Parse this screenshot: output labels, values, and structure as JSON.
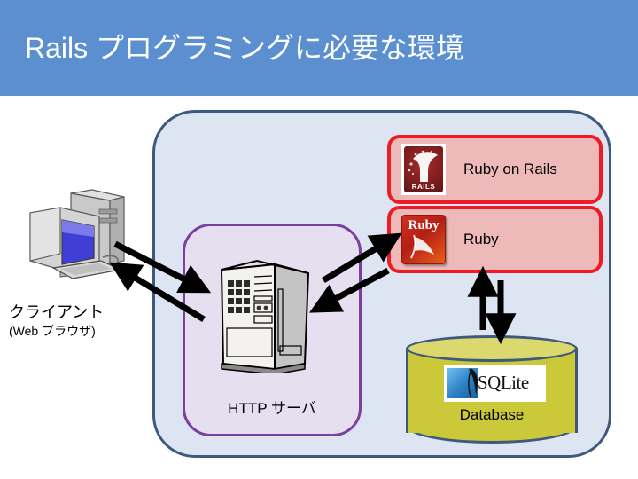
{
  "header": {
    "title": "Rails プログラミングに必要な環境",
    "background_color": "#5b8fd0",
    "text_color": "#ffffff"
  },
  "diagram": {
    "outer_container": {
      "name": "environment-container",
      "fill_color": "#dde5f2",
      "border_color": "#3d5a7d"
    },
    "client": {
      "label": "クライアント",
      "sublabel": "(Web ブラウザ)",
      "icon": "desktop-computer-icon"
    },
    "http_server": {
      "label": "HTTP サーバ",
      "icon": "server-tower-icon",
      "fill_color": "#e6dff0",
      "border_color": "#7b3fa0"
    },
    "tech_boxes": [
      {
        "label": "Ruby on Rails",
        "logo_text": "RAILS",
        "logo_name": "rails-logo",
        "fill_color": "#edb9b9",
        "border_color": "#ed1c24"
      },
      {
        "label": "Ruby",
        "logo_text": "Ruby",
        "logo_name": "ruby-logo",
        "fill_color": "#edb9b9",
        "border_color": "#ed1c24"
      }
    ],
    "database": {
      "label": "Database",
      "logo_text": "SQLite",
      "logo_name": "sqlite-logo",
      "fill_color": "#cbc83a",
      "border_color": "#3d5a7d"
    },
    "arrows": [
      {
        "name": "client-to-server-arrow",
        "direction": "down-right"
      },
      {
        "name": "server-to-client-arrow",
        "direction": "up-left"
      },
      {
        "name": "server-to-ruby-arrow",
        "direction": "up-right"
      },
      {
        "name": "ruby-to-server-arrow",
        "direction": "down-left"
      },
      {
        "name": "ruby-to-database-arrow",
        "direction": "up"
      },
      {
        "name": "database-to-ruby-arrow",
        "direction": "down"
      }
    ]
  }
}
